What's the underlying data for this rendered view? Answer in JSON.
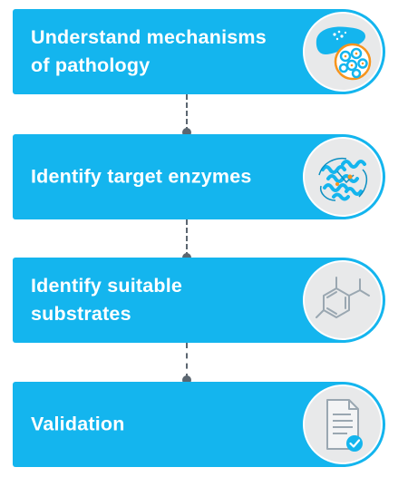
{
  "steps": [
    {
      "label": "Understand mechanisms\nof pathology",
      "icon": "liver-cells-icon"
    },
    {
      "label": "Identify target enzymes",
      "icon": "protein-structure-icon"
    },
    {
      "label": "Identify suitable\nsubstrates",
      "icon": "molecule-icon"
    },
    {
      "label": "Validation",
      "icon": "checked-document-icon"
    }
  ],
  "colors": {
    "step_fill": "#14b5ee",
    "icon_circle": "#e8e9ea",
    "connector": "#5b6670",
    "icon_stroke": "#9aa7b1",
    "accent_orange": "#f7941d"
  }
}
